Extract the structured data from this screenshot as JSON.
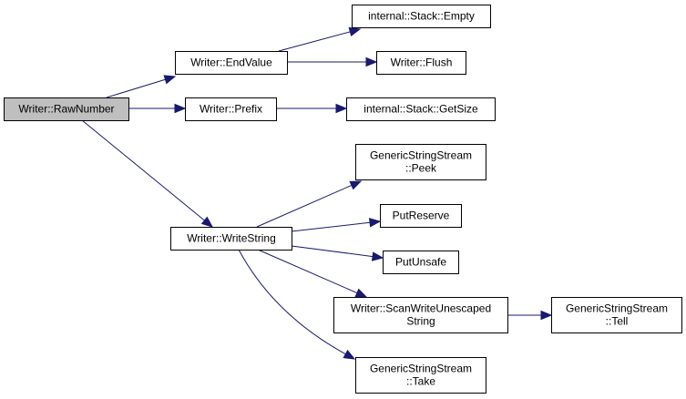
{
  "diagram": {
    "type": "call-graph",
    "colors": {
      "edge": "#191970",
      "root_fill": "#bfbfbf",
      "node_fill": "#ffffff",
      "node_border": "#000000"
    },
    "nodes": [
      {
        "id": "raw_number",
        "lines": [
          "Writer::RawNumber"
        ],
        "root": true
      },
      {
        "id": "end_value",
        "lines": [
          "Writer::EndValue"
        ]
      },
      {
        "id": "prefix",
        "lines": [
          "Writer::Prefix"
        ]
      },
      {
        "id": "write_string",
        "lines": [
          "Writer::WriteString"
        ]
      },
      {
        "id": "stack_empty",
        "lines": [
          "internal::Stack::Empty"
        ]
      },
      {
        "id": "flush",
        "lines": [
          "Writer::Flush"
        ]
      },
      {
        "id": "stack_getsize",
        "lines": [
          "internal::Stack::GetSize"
        ]
      },
      {
        "id": "peek",
        "lines": [
          "GenericStringStream",
          "::Peek"
        ]
      },
      {
        "id": "put_reserve",
        "lines": [
          "PutReserve"
        ]
      },
      {
        "id": "put_unsafe",
        "lines": [
          "PutUnsafe"
        ]
      },
      {
        "id": "scan_write",
        "lines": [
          "Writer::ScanWriteUnescaped",
          "String"
        ]
      },
      {
        "id": "tell",
        "lines": [
          "GenericStringStream",
          "::Tell"
        ]
      },
      {
        "id": "take",
        "lines": [
          "GenericStringStream",
          "::Take"
        ]
      }
    ],
    "edges": [
      {
        "from": "raw_number",
        "to": "end_value"
      },
      {
        "from": "raw_number",
        "to": "prefix"
      },
      {
        "from": "raw_number",
        "to": "write_string"
      },
      {
        "from": "end_value",
        "to": "stack_empty"
      },
      {
        "from": "end_value",
        "to": "flush"
      },
      {
        "from": "prefix",
        "to": "stack_getsize"
      },
      {
        "from": "write_string",
        "to": "peek"
      },
      {
        "from": "write_string",
        "to": "put_reserve"
      },
      {
        "from": "write_string",
        "to": "put_unsafe"
      },
      {
        "from": "write_string",
        "to": "scan_write"
      },
      {
        "from": "write_string",
        "to": "take"
      },
      {
        "from": "scan_write",
        "to": "tell"
      }
    ]
  }
}
